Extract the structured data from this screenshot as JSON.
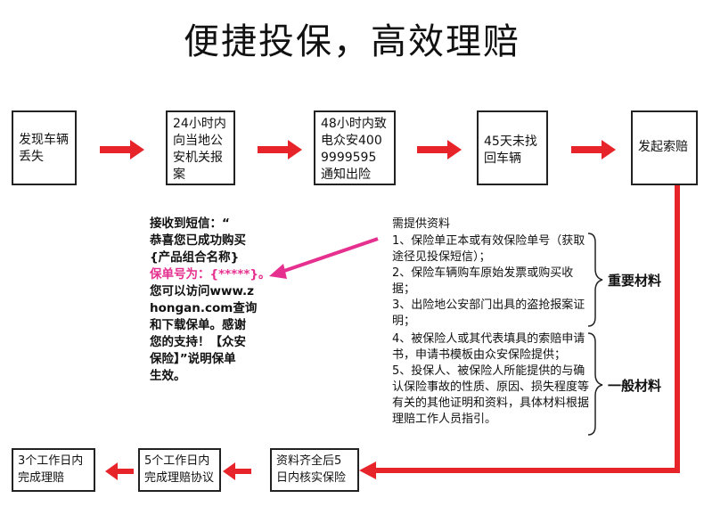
{
  "title": "便捷投保，高效理赔",
  "steps": [
    "发现车辆丢失",
    "24小时内向当地公安机关报案",
    "48小时内致电众安4009999595通知出险",
    "45天未找回车辆",
    "发起索赔"
  ],
  "sms": {
    "line1": "接收到短信：“",
    "line2": "恭喜您已成功购买",
    "line3": "{产品组合名称}",
    "line4": "保单号为：{*****}。",
    "line5": "您可以访问www.z",
    "line6": "hongan.com查询",
    "line7": "和下载保单。感谢",
    "line8": "您的支持！【众安",
    "line9": "保险】”说明保单",
    "line10": "生效。"
  },
  "materials": {
    "heading": "需提供资料",
    "important": [
      "1、保险单正本或有效保险单号（获取途径见投保短信）；",
      "2、保险车辆购车原始发票或购买收据；",
      "3、出险地公安部门出具的盗抢报案证明；"
    ],
    "general": [
      "4、被保险人或其代表填具的索赔申请书，申请书模板由众安保险提供；",
      "5、投保人、被保险人所能提供的与确认保险事故的性质、原因、损失程度等有关的其他证明和资料，具体材料根据理赔工作人员指引。"
    ],
    "important_label": "重要材料",
    "general_label": "一般材料"
  },
  "bottom_steps": [
    "资料齐全后5日内核实保险",
    "5个工作日内完成理赔协议",
    "3个工作日内完成理赔"
  ],
  "colors": {
    "arrow_red": "#e8242b",
    "pink": "#e6308f",
    "border": "#222222"
  }
}
